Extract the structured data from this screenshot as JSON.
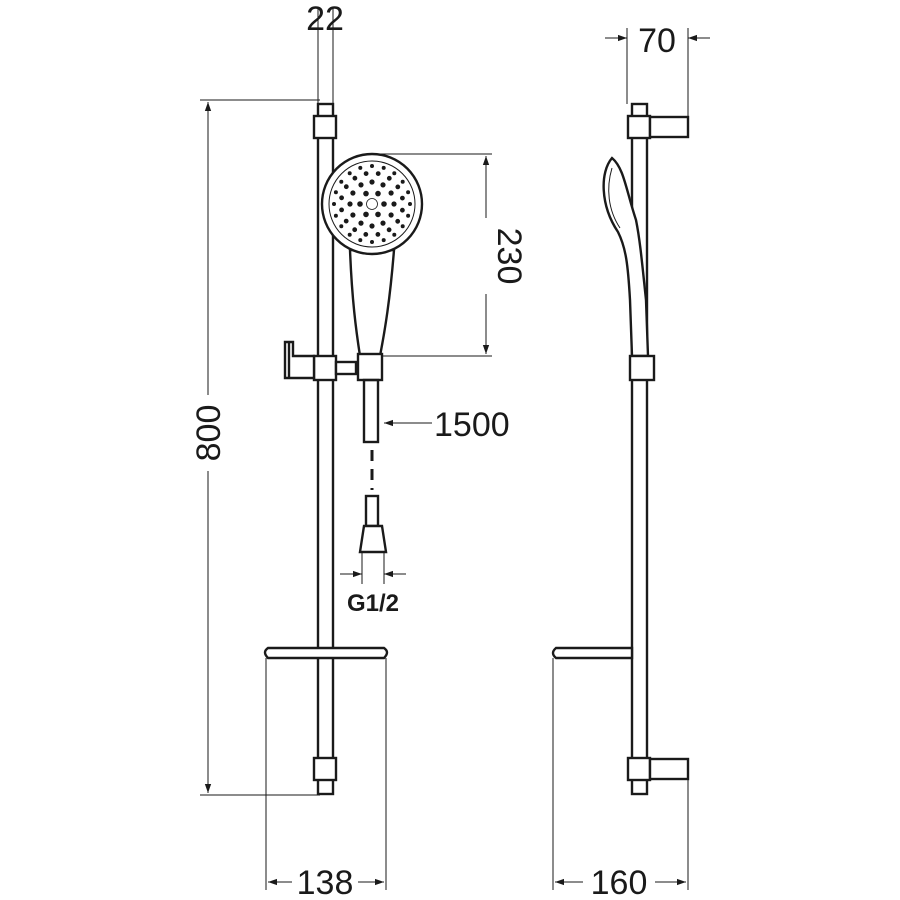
{
  "dimensions": {
    "bar_diameter": "22",
    "bar_height": "800",
    "head_height": "230",
    "hose_length": "1500",
    "connection": "G1/2",
    "shelf_width": "138",
    "projection": "70",
    "overall_depth": "160"
  },
  "colors": {
    "line": "#1a1a1a",
    "background": "#ffffff"
  }
}
